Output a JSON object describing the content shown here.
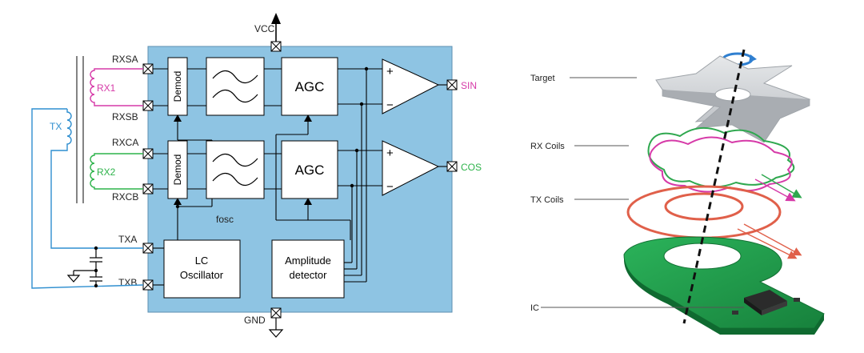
{
  "left_diagram": {
    "pins": {
      "vcc": "VCC",
      "gnd": "GND",
      "rxsa": "RXSA",
      "rxsb": "RXSB",
      "rxca": "RXCA",
      "rxcb": "RXCB",
      "txa": "TXA",
      "txb": "TXB",
      "sin": "SIN",
      "cos": "COS"
    },
    "coils": {
      "rx1": "RX1",
      "rx2": "RX2",
      "tx": "TX"
    },
    "blocks": {
      "demod_top": "Demod",
      "demod_bottom": "Demod",
      "agc_top": "AGC",
      "agc_bottom": "AGC",
      "lc_oscillator_line1": "LC",
      "lc_oscillator_line2": "Oscillator",
      "amplitude_detector_line1": "Amplitude",
      "amplitude_detector_line2": "detector"
    },
    "fosc_label": "fosc",
    "comparator_signs": {
      "plus": "+",
      "minus": "−"
    },
    "colors": {
      "chip_body": "#8ec4e3",
      "rx1_coil": "#d63aa8",
      "rx2_coil": "#2db34a",
      "tx_coil": "#2f8fd0",
      "sin_label": "#d63aa8",
      "cos_label": "#2db34a"
    }
  },
  "right_diagram": {
    "labels": {
      "target": "Target",
      "rx_coils": "RX Coils",
      "tx_coils": "TX Coils",
      "ic": "IC"
    },
    "colors": {
      "target": "#cfd2d6",
      "rx_coil_green": "#2fa84f",
      "rx_coil_magenta": "#d63aa8",
      "tx_coil": "#e0604a",
      "pcb": "#1f9a4a",
      "rotation_arrow": "#2f7fd0"
    }
  }
}
